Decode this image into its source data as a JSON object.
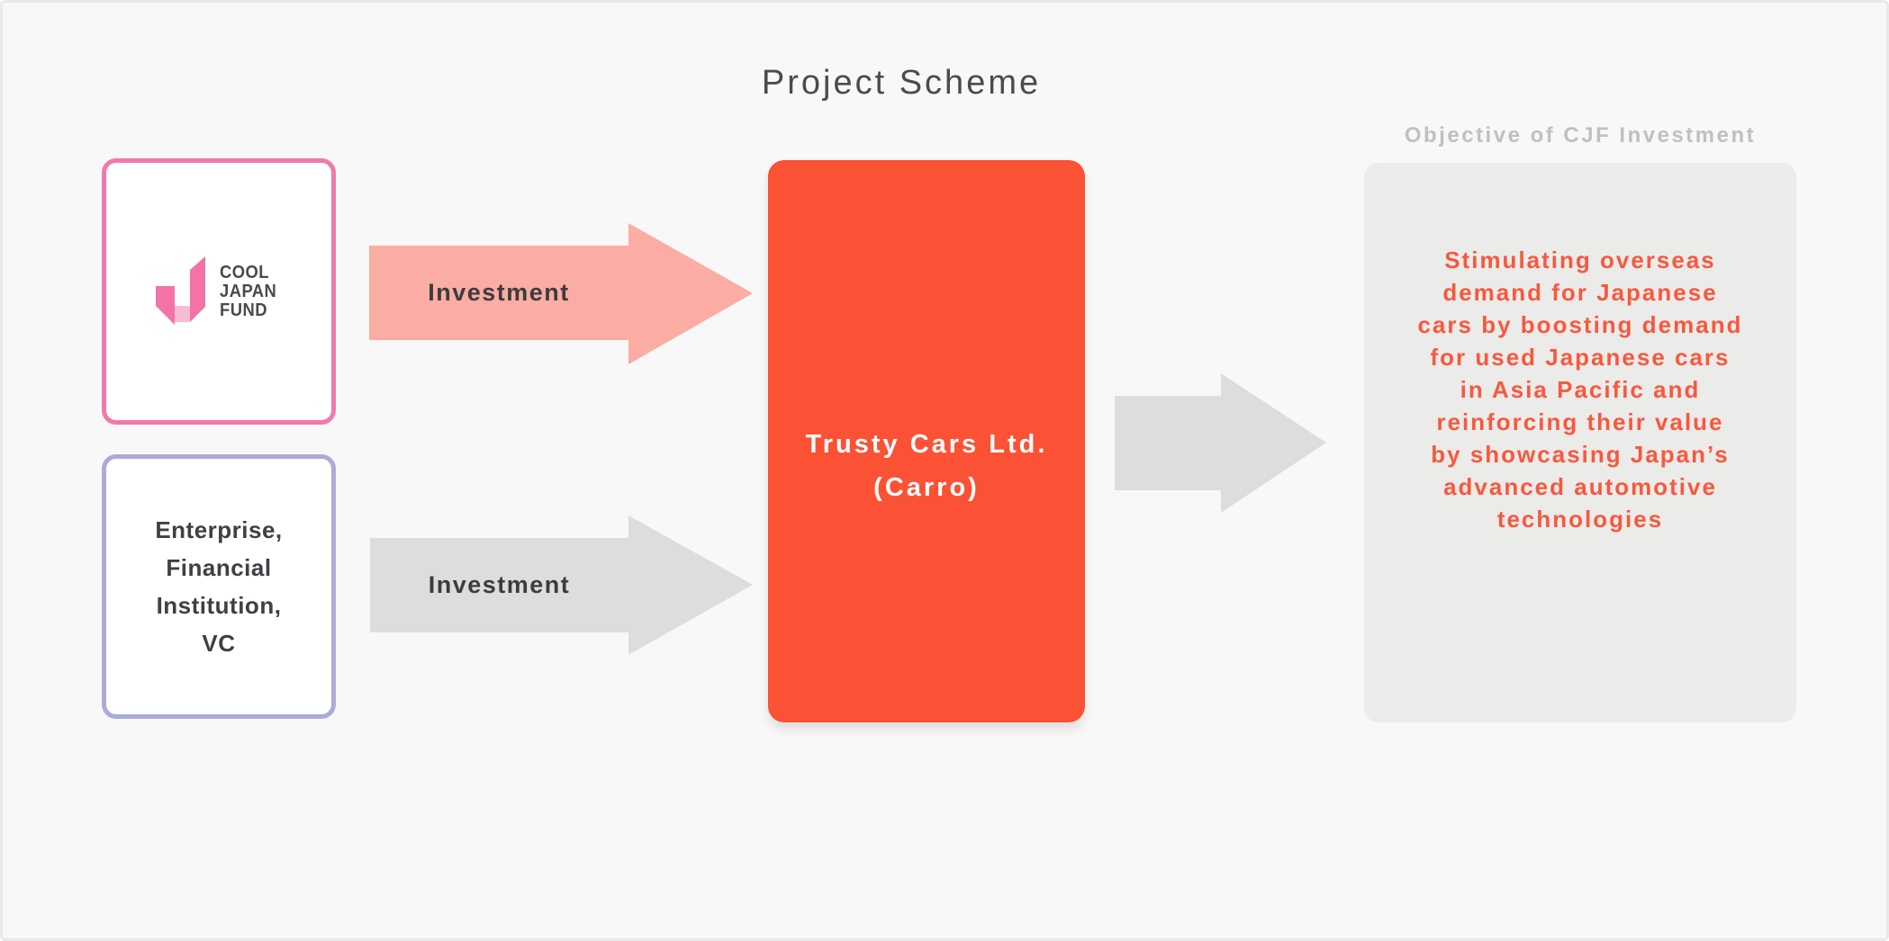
{
  "title": "Project Scheme",
  "cjf_box": {
    "logo": {
      "icon": "cool-japan-fund-j-logo",
      "lines": [
        "COOL",
        "JAPAN",
        "FUND"
      ]
    }
  },
  "investor_box": {
    "lines": [
      "Enterprise,",
      "Financial",
      "Institution,",
      "VC"
    ]
  },
  "arrows": {
    "cjf_investment": {
      "label": "Investment",
      "color": "#FBACA3"
    },
    "investor_investment": {
      "label": "Investment",
      "color": "#DEDDDD"
    },
    "to_objective": {
      "color": "#DEDDDD"
    }
  },
  "company_box": {
    "lines": [
      "Trusty Cars Ltd.",
      "(Carro)"
    ],
    "color": "#FB5134",
    "text_color": "#FFFFFF"
  },
  "objective": {
    "heading": "Objective of CJF Investment",
    "lines": [
      "Stimulating overseas",
      "demand for Japanese",
      "cars by boosting demand",
      "for used Japanese cars",
      "in Asia Pacific and",
      "reinforcing their value",
      "by showcasing Japan’s",
      "advanced automotive",
      "technologies"
    ],
    "bg": "#EBEBEA",
    "text_color": "#F8583D"
  },
  "colors": {
    "background": "#F9F8F8",
    "frame_border": "#E9E9E9",
    "cjf_border": "#F279AB",
    "investor_border": "#ABABD9",
    "logo_pink": "#F472A6",
    "logo_light_pink": "#F6BCD5",
    "dark_text": "#3F3F45",
    "title_text": "#4B4B4B",
    "heading_gray": "#C1BFBF"
  }
}
